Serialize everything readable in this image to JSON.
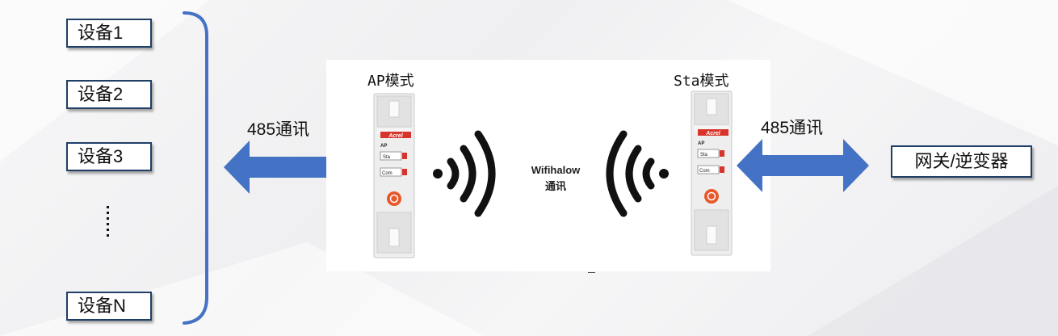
{
  "devices": [
    {
      "label": "设备1"
    },
    {
      "label": "设备2"
    },
    {
      "label": "设备3"
    },
    {
      "label": "设备N"
    }
  ],
  "left_link": {
    "label": "485通讯"
  },
  "right_link": {
    "label": "485通讯"
  },
  "ap": {
    "mode_label": "AP模式",
    "brand": "Acrel",
    "model": "AP",
    "sta_btn": "Sta",
    "com_btn": "Com"
  },
  "sta": {
    "mode_label": "Sta模式",
    "brand": "Acrel",
    "model": "AP",
    "sta_btn": "Sta",
    "com_btn": "Com"
  },
  "wireless": {
    "line1": "Wifihalow",
    "line2": "通讯"
  },
  "gateway": {
    "label": "网关/逆变器"
  },
  "colors": {
    "arrow": "#4472c4",
    "brace": "#4472c4",
    "box_border": "#1f3f66",
    "brand_red": "#d9342b"
  }
}
